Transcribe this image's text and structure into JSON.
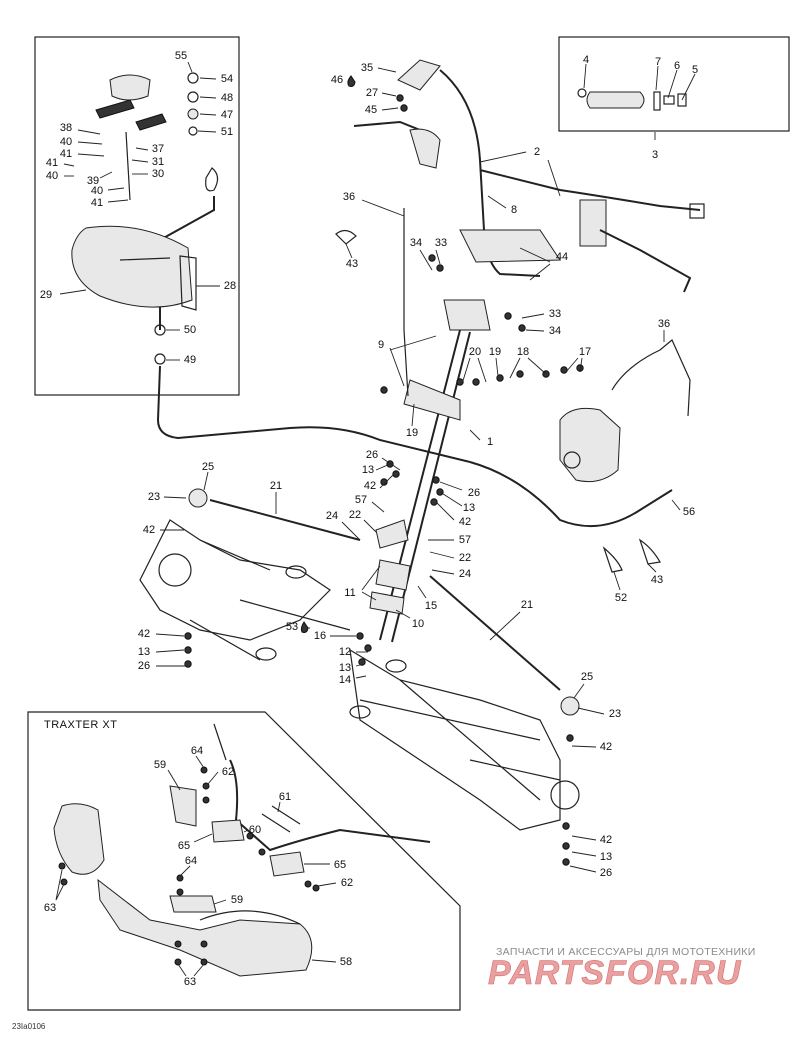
{
  "diagram": {
    "inset_title": "TRAXTER XT",
    "drawing_code": "23Ia0106",
    "watermark": "ЗАПЧАСТИ И АКСЕССУАРЫ ДЛЯ МОТОТЕХНИКИ",
    "logo_text": "PARTSFOR.RU",
    "callouts": [
      "1",
      "2",
      "3",
      "4",
      "5",
      "6",
      "7",
      "8",
      "9",
      "10",
      "11",
      "12",
      "13",
      "14",
      "15",
      "16",
      "17",
      "18",
      "19",
      "20",
      "21",
      "22",
      "23",
      "24",
      "25",
      "26",
      "27",
      "28",
      "29",
      "30",
      "31",
      "33",
      "34",
      "35",
      "36",
      "37",
      "38",
      "39",
      "40",
      "41",
      "42",
      "43",
      "44",
      "45",
      "46",
      "47",
      "48",
      "49",
      "50",
      "51",
      "52",
      "53",
      "54",
      "55",
      "56",
      "57",
      "58",
      "59",
      "60",
      "61",
      "62",
      "63",
      "64",
      "65"
    ]
  }
}
